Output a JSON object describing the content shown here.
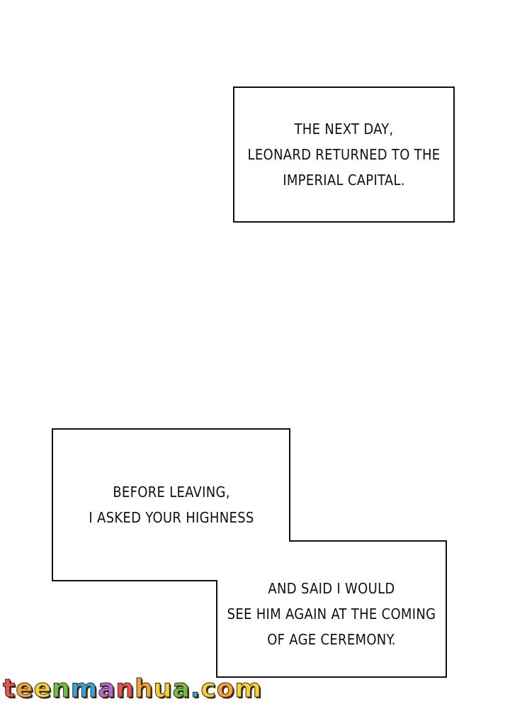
{
  "captions": [
    {
      "lines": [
        "THE NEXT DAY,",
        "LEONARD RETURNED TO THE",
        "IMPERIAL CAPITAL."
      ]
    },
    {
      "lines": [
        "BEFORE LEAVING,",
        "I ASKED YOUR HIGHNESS"
      ]
    },
    {
      "lines": [
        "AND SAID I WOULD",
        "SEE HIM AGAIN AT THE COMING",
        "OF AGE CEREMONY."
      ]
    }
  ],
  "watermark": {
    "text": "teenmanhua.com",
    "colors": [
      "#e8505b",
      "#f2a33a",
      "#f2d33a",
      "#6cc04a",
      "#3aa0e0",
      "#b36ad8",
      "#e8505b",
      "#f2a33a",
      "#f2d33a",
      "#6cc04a",
      "#3aa0e0",
      "#f2d33a",
      "#f2a33a",
      "#f2d33a"
    ]
  },
  "colors": {
    "background": "#ffffff",
    "border": "#111111",
    "text": "#111111"
  }
}
